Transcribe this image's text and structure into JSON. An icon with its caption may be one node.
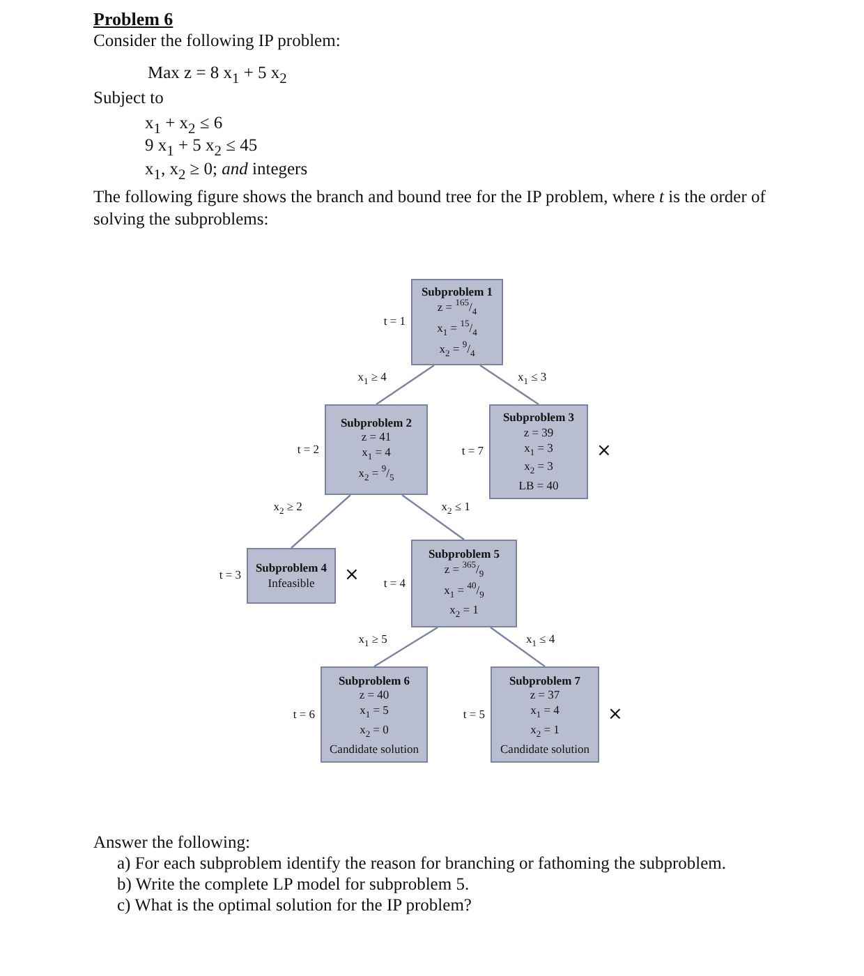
{
  "diagram": {
    "title": "Problem 6",
    "nodes": [
      {
        "text": [
          "Subproblem 1",
          "z = $^{165}$/$_{4}$",
          "x$_{1}$ = $^{15}$/$_{4}$",
          "x$_{2}$ = $^{9}$/$_{4}$"
        ],
        "beside": [
          "t = 1"
        ]
      },
      {
        "text": [
          "Subproblem 2",
          "z = 41",
          "x$_{1}$ = 4",
          "x$_{2}$ = $^{9}$/$_{5}$"
        ],
        "beside": [
          "t = 2"
        ]
      },
      {
        "text": [
          "Subproblem 3",
          "z = 39",
          "x$_{1}$ = 3",
          "x$_{2}$ = 3",
          "LB = 40"
        ],
        "beside": [
          "t = 7",
          "×"
        ]
      },
      {
        "text": [
          "Subproblem 4",
          "Infeasible"
        ],
        "beside": [
          "t = 3",
          "×"
        ]
      },
      {
        "text": [
          "Subproblem 5",
          "z = $^{365}$/$_{9}$",
          "x$_{1}$ = $^{40}$/$_{9}$",
          "x$_{2}$ = 1"
        ],
        "beside": [
          "t = 4"
        ]
      },
      {
        "text": [
          "Subproblem 6",
          "z = 40",
          "x$_{1}$ = 5",
          "x$_{2}$ = 0",
          "Candidate solution"
        ],
        "beside": [
          "t = 6"
        ]
      },
      {
        "text": [
          "Subproblem 7",
          "z = 37",
          "x$_{1}$ = 4",
          "x$_{2}$ = 1",
          "Candidate solution"
        ],
        "beside": [
          "t = 5",
          "×"
        ]
      }
    ],
    "edges": [
      {
        "from": 0,
        "to": 1,
        "arrow": "none",
        "label": "x$_{1}$ ≥ 4"
      },
      {
        "from": 0,
        "to": 2,
        "arrow": "none",
        "label": "x$_{1}$ ≤ 3"
      },
      {
        "from": 1,
        "to": 3,
        "arrow": "none",
        "label": "x$_{2}$ ≥ 2"
      },
      {
        "from": 1,
        "to": 4,
        "arrow": "none",
        "label": "x$_{2}$ ≤ 1"
      },
      {
        "from": 4,
        "to": 5,
        "arrow": "none",
        "label": "x$_{1}$ ≥ 5"
      },
      {
        "from": 4,
        "to": 6,
        "arrow": "none",
        "label": "x$_{1}$ ≤ 4"
      }
    ],
    "labels": [
      "Consider the following IP problem:",
      "Max z = 8 x$_{1}$ + 5 x$_{2}$",
      "Subject to",
      "x$_{1}$ +  x$_{2}$ ≤ 6",
      "9 x$_{1}$ + 5 x$_{2}$ ≤ 45",
      "x$_{1}$, x$_{2}$ ≥ 0; *and* integers",
      "The following figure shows the branch and bound tree for the IP problem, where *t* is the order of solving the subproblems:",
      "Answer the following:",
      "a)  For each subproblem identify the reason for branching or fathoming the subproblem.",
      "b)  Write the complete LP model for subproblem 5.",
      "c)  What is the optimal solution for the IP problem?"
    ]
  }
}
